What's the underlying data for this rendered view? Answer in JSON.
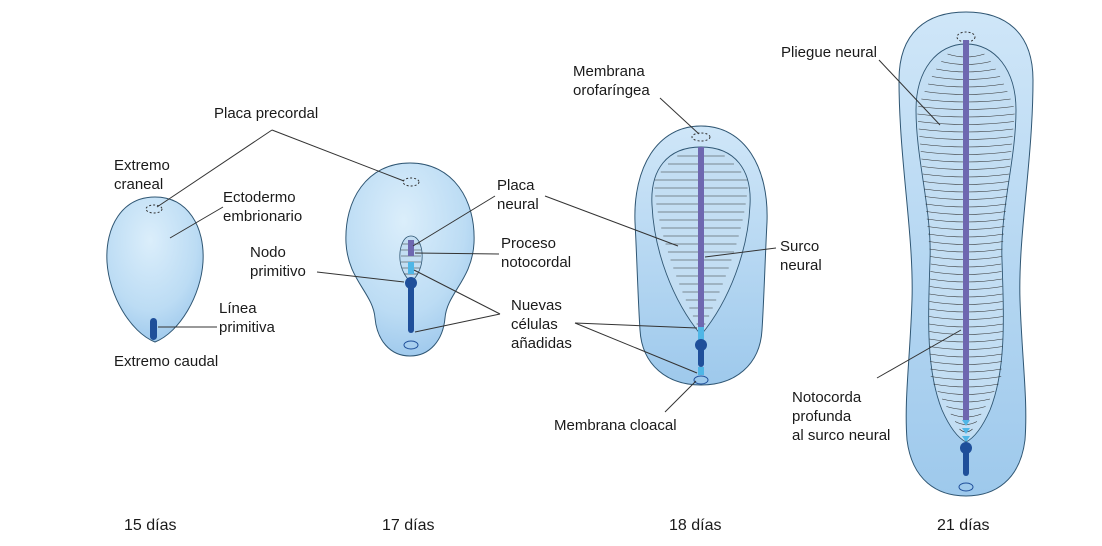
{
  "colors": {
    "body_fill_light": "#d4e9f8",
    "body_fill_dark": "#9cc7eb",
    "body_stroke": "#2f5673",
    "plate_fill": "#c3def3",
    "notochord": "#6e67b0",
    "primitive_streak": "#1f4f9a",
    "new_cells": "#4fb6e6",
    "leader_line": "#333333"
  },
  "labels": {
    "placa_precordal": "Placa precordal",
    "extremo_craneal": [
      "Extremo",
      "craneal"
    ],
    "ectodermo_embrionario": [
      "Ectodermo",
      "embrionario"
    ],
    "linea_primitiva": [
      "Línea",
      "primitiva"
    ],
    "extremo_caudal": "Extremo caudal",
    "nodo_primitivo": [
      "Nodo",
      "primitivo"
    ],
    "placa_neural": [
      "Placa",
      "neural"
    ],
    "proceso_notocordal": [
      "Proceso",
      "notocordal"
    ],
    "nuevas_celulas": [
      "Nuevas",
      "células",
      "añadidas"
    ],
    "membrana_orofaringea": [
      "Membrana",
      "orofaríngea"
    ],
    "surco_neural": [
      "Surco",
      "neural"
    ],
    "membrana_cloacal": "Membrana cloacal",
    "pliegue_neural": "Pliegue neural",
    "notocorda_profunda": [
      "Notocorda",
      "profunda",
      "al surco neural"
    ]
  },
  "stages": [
    {
      "day_label": "15 días"
    },
    {
      "day_label": "17 días"
    },
    {
      "day_label": "18 días"
    },
    {
      "day_label": "21 días"
    }
  ]
}
